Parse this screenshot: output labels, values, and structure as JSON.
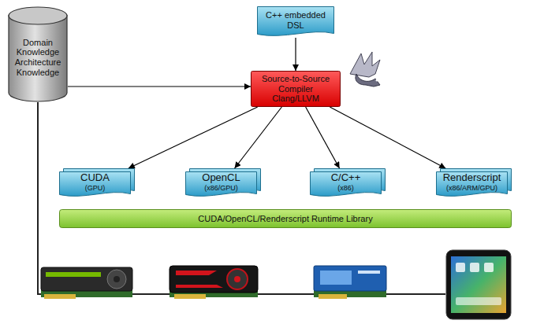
{
  "diagram": {
    "nodes": [
      {
        "text": [
          "C++ embedded DSL"
        ]
      },
      {
        "text": [
          "Domain Knowledge",
          "Architecture Knowledge"
        ]
      },
      {
        "text": [
          "Source-to-Source Compiler Clang/LLVM"
        ]
      },
      {
        "text": [
          "CUDA",
          "(GPU)"
        ]
      },
      {
        "text": [
          "OpenCL",
          "(x86/GPU)"
        ]
      },
      {
        "text": [
          "C/C++",
          "(x86)"
        ]
      },
      {
        "text": [
          "Renderscript",
          "(x86/ARM/GPU)"
        ]
      },
      {
        "text": [
          "CUDA/OpenCL/Renderscript Runtime Library"
        ]
      }
    ],
    "edges": [
      {
        "from": 0,
        "to": 2,
        "arrow": "to"
      },
      {
        "from": 1,
        "to": 2,
        "arrow": "to"
      },
      {
        "from": 2,
        "to": 3,
        "arrow": "to"
      },
      {
        "from": 2,
        "to": 4,
        "arrow": "to"
      },
      {
        "from": 2,
        "to": 5,
        "arrow": "to"
      },
      {
        "from": 2,
        "to": 6,
        "arrow": "to"
      }
    ]
  }
}
